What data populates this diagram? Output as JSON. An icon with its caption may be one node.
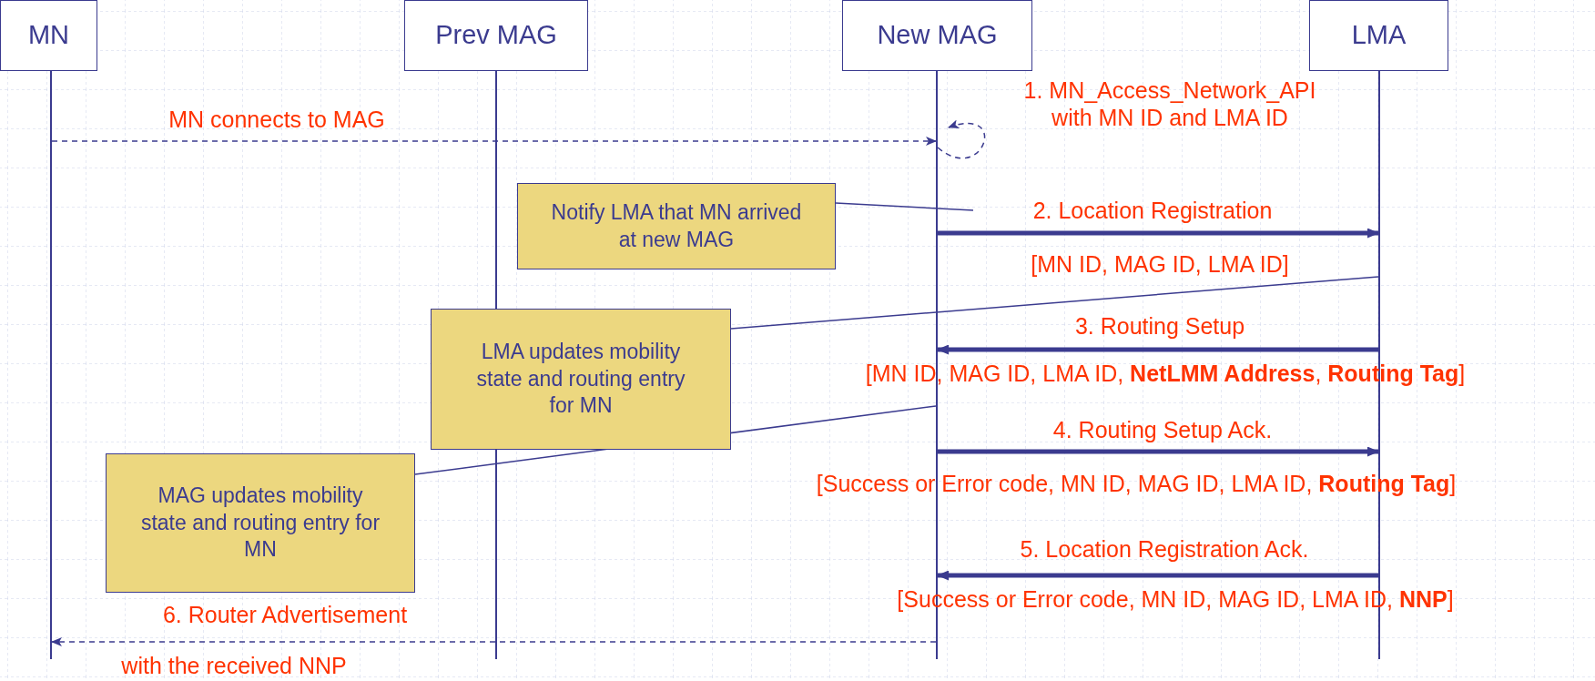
{
  "diagram": {
    "nodes": [
      {
        "text": [
          "MN"
        ]
      },
      {
        "text": [
          "Prev MAG"
        ]
      },
      {
        "text": [
          "New MAG"
        ]
      },
      {
        "text": [
          "LMA"
        ]
      },
      {
        "text": [],
        "shape": "bar"
      },
      {
        "text": [],
        "shape": "bar"
      },
      {
        "text": [],
        "shape": "bar"
      },
      {
        "text": [],
        "shape": "bar"
      },
      {
        "text": [
          "Notify LMA that MN arrived at new MAG"
        ]
      },
      {
        "text": [
          "LMA updates mobility state and routing entry for MN"
        ]
      },
      {
        "text": [
          "MAG updates mobility state and routing entry for MN"
        ]
      }
    ],
    "edges": [
      {
        "from": 4,
        "to": 6,
        "arrow": "to",
        "label": "MN connects to MAG",
        "style": "dashed"
      },
      {
        "from": 6,
        "to": 6,
        "arrow": "to",
        "label": "1. MN_Access_Network_API with MN ID and LMA ID",
        "style": "dashed"
      },
      {
        "from": 6,
        "to": 7,
        "arrow": "to",
        "label": "2. Location Registration",
        "style": "thick"
      },
      {
        "from": 7,
        "to": 6,
        "arrow": "to",
        "label": "3. Routing Setup",
        "style": "thick"
      },
      {
        "from": 6,
        "to": 7,
        "arrow": "to",
        "label": "4. Routing Setup Ack.",
        "style": "thick"
      },
      {
        "from": 7,
        "to": 6,
        "arrow": "to",
        "label": "5. Location Registration Ack.",
        "style": "thick"
      },
      {
        "from": 6,
        "to": 4,
        "arrow": "to",
        "label": "6. Router Advertisement",
        "style": "dashed"
      },
      {
        "from": 8,
        "to": null,
        "arrow": "none"
      },
      {
        "from": 9,
        "to": 7,
        "arrow": "none"
      },
      {
        "from": 10,
        "to": 6,
        "arrow": "none"
      }
    ],
    "labels": [
      "[MN ID, MAG ID, LMA ID]",
      "[MN ID, MAG ID, LMA ID, **NetLMM Address**, **Routing Tag**]",
      "[Success or Error code, MN ID, MAG ID, LMA ID, **Routing Tag**]",
      "[Success or Error code, MN ID, MAG ID, LMA ID, **NNP**]",
      "with the received NNP"
    ]
  }
}
